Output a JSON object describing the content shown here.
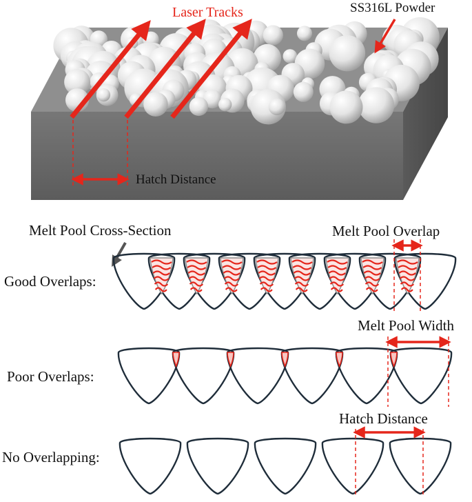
{
  "top_panel": {
    "laser_tracks_label": "Laser Tracks",
    "powder_label": "SS316L Powder",
    "hatch_distance_label": "Hatch Distance"
  },
  "bottom_panel": {
    "cross_section_label": "Melt Pool Cross-Section",
    "overlap_label": "Melt Pool Overlap",
    "width_label": "Melt Pool Width",
    "hatch_label": "Hatch Distance",
    "rows": [
      {
        "label": "Good Overlaps:",
        "pool_count": 9,
        "overlap": "good"
      },
      {
        "label": "Poor Overlaps:",
        "pool_count": 6,
        "overlap": "poor"
      },
      {
        "label": "No Overlapping:",
        "pool_count": 5,
        "overlap": "none"
      }
    ]
  },
  "colors": {
    "accent_red": "#e5261b",
    "pool_outline": "#1f2d3a",
    "block_side": "#6b6b6b",
    "block_top": "#8a8a8a",
    "powder": "#e8e8e8"
  }
}
